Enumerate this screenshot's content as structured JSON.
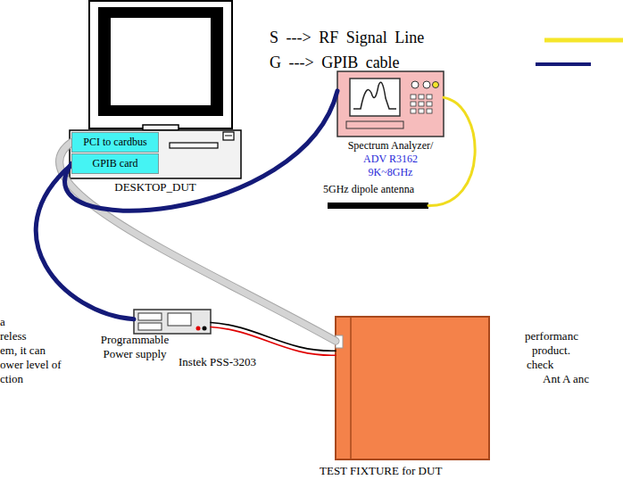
{
  "diagram": {
    "nodes": [
      {
        "text": [
          "DESKTOP_DUT"
        ]
      },
      {
        "text": [
          "PCI to cardbus"
        ],
        "in": 0
      },
      {
        "text": [
          "GPIB card"
        ],
        "in": 0
      },
      {
        "text": [
          "Spectrum Analyzer/",
          "ADV R3162",
          "9K~8GHz"
        ]
      },
      {
        "text": [
          "5GHz dipole antenna"
        ]
      },
      {
        "text": [
          "Programmable Power supply",
          "Instek PSS-3203"
        ]
      },
      {
        "text": [
          "TEST FIXTURE for DUT"
        ]
      }
    ],
    "edges": [
      {
        "from": 1,
        "to": 6,
        "arrow": "none"
      },
      {
        "from": 2,
        "to": 3,
        "arrow": "none"
      },
      {
        "from": 2,
        "to": 5,
        "arrow": "none"
      },
      {
        "from": 3,
        "to": 4,
        "arrow": "none"
      },
      {
        "from": 5,
        "to": 6,
        "arrow": "none"
      }
    ],
    "labels": [
      "a",
      "reless",
      "em, it can",
      "ower level of",
      "ction",
      "performanc",
      "product.",
      "check",
      "Ant A anc"
    ],
    "legend": [
      {
        "text": "S ---> RF Signal Line"
      },
      {
        "text": "G ---> GPIB cable"
      }
    ]
  }
}
